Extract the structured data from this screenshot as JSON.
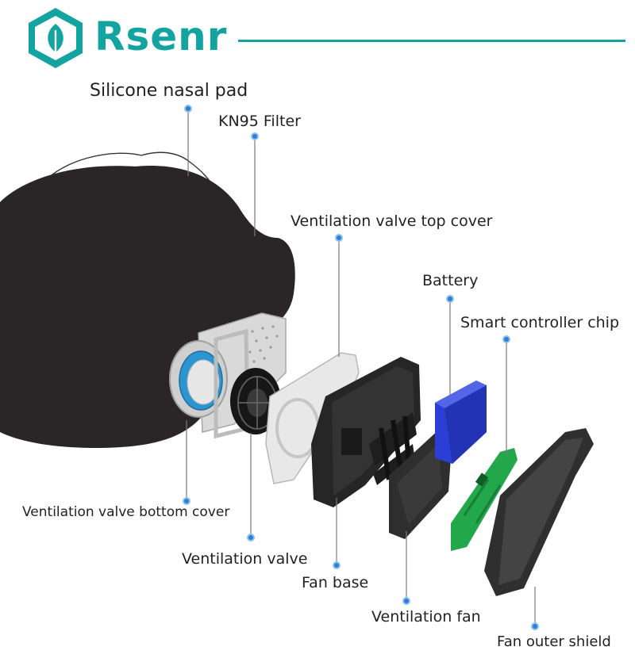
{
  "brand": {
    "name": "Rsenr",
    "color": "#13a3a0"
  },
  "callouts": {
    "silicone_nasal_pad": "Silicone nasal pad",
    "kn95_filter": "KN95 Filter",
    "valve_top_cover": "Ventilation valve top cover",
    "battery": "Battery",
    "smart_chip": "Smart controller chip",
    "valve_bottom_cover": "Ventilation valve bottom cover",
    "ventilation_valve": "Ventilation valve",
    "fan_base": "Fan base",
    "ventilation_fan": "Ventilation fan",
    "fan_outer_shield": "Fan outer shield"
  },
  "colors": {
    "leader_line": "#2e7fd0",
    "mask": "#2a2627",
    "battery": "#2b3fd6",
    "chip": "#22a84a"
  }
}
